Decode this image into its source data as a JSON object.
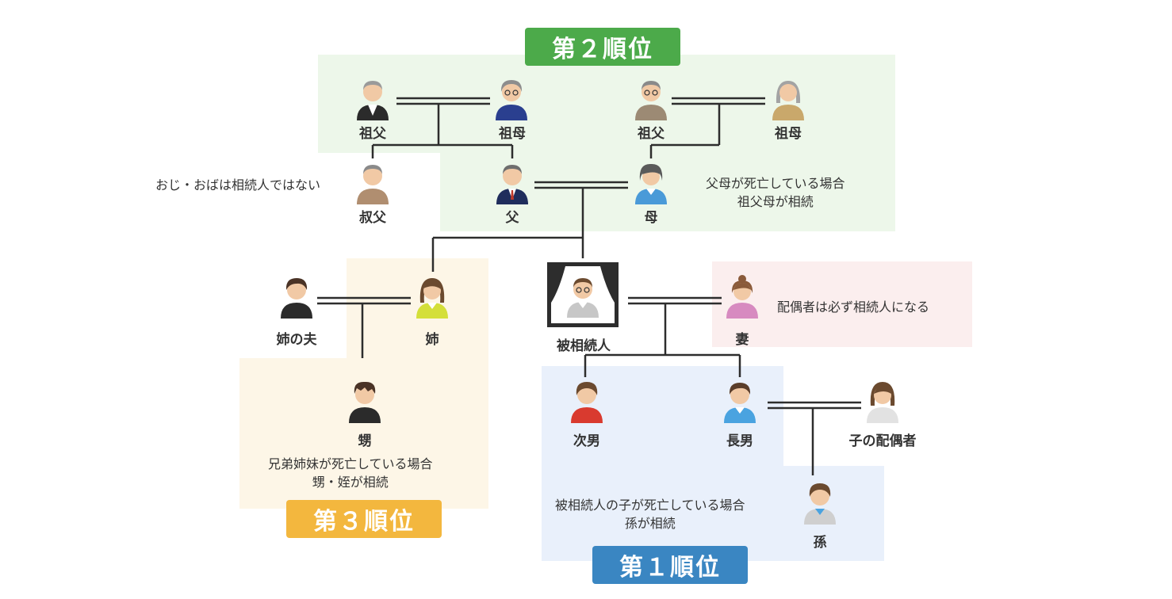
{
  "ranks": {
    "second": "第２順位",
    "third": "第３順位",
    "first": "第１順位"
  },
  "people": {
    "paternal_grandfather": "祖父",
    "paternal_grandmother": "祖母",
    "maternal_grandfather": "祖父",
    "maternal_grandmother": "祖母",
    "uncle": "叔父",
    "father": "父",
    "mother": "母",
    "sisters_husband": "姉の夫",
    "sister": "姉",
    "nephew": "甥",
    "deceased": "被相続人",
    "wife": "妻",
    "second_son": "次男",
    "eldest_son": "長男",
    "childs_spouse": "子の配偶者",
    "grandchild": "孫"
  },
  "notes": {
    "uncle_aunt": "おじ・おばは相続人ではない",
    "parents_dead_1": "父母が死亡している場合",
    "parents_dead_2": "祖父母が相続",
    "siblings_dead_1": "兄弟姉妹が死亡している場合",
    "siblings_dead_2": "甥・姪が相続",
    "spouse": "配偶者は必ず相続人になる",
    "children_dead_1": "被相続人の子が死亡している場合",
    "children_dead_2": "孫が相続"
  },
  "colors": {
    "rank2": "#4caa4a",
    "rank3": "#f3b73e",
    "rank1": "#3a86c2"
  }
}
